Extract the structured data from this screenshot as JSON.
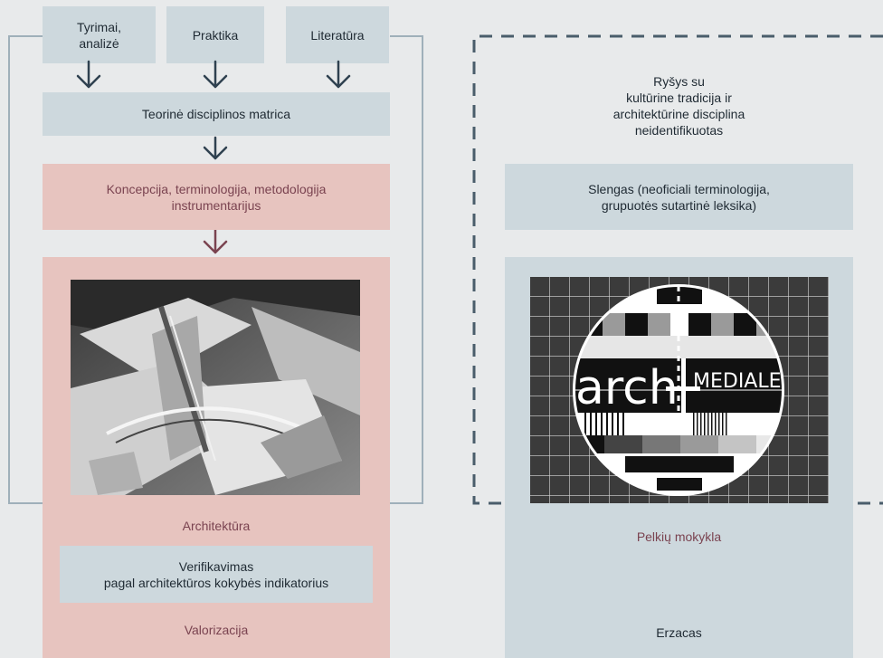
{
  "left": {
    "sources": [
      "Tyrimai,\nanalizė",
      "Praktika",
      "Literatūra"
    ],
    "matrix": "Teorinė disciplinos matrica",
    "concept": "Koncepcija, terminologija, metodologija\ninstrumentarijus",
    "architecture": "Architektūra",
    "verification": "Verifikavimas\npagal architektūros kokybės indikatorius",
    "valorization": "Valorizacija"
  },
  "right": {
    "link": "Ryšys su\nkultūrine tradicija ir\narchitektūrine disciplina\nneidentifikuotas",
    "slang": "Slengas (neoficiali terminologija,\ngrupuotės sutartinė leksika)",
    "school": "Pelkių mokykla",
    "irritant": "Erzacas",
    "logo_text": "arch+ MEDIALE"
  },
  "colors": {
    "frame": "#9fb0ba",
    "dash": "#4a5d6b",
    "arrow_blue": "#2f4150",
    "arrow_pink": "#7a4350"
  }
}
